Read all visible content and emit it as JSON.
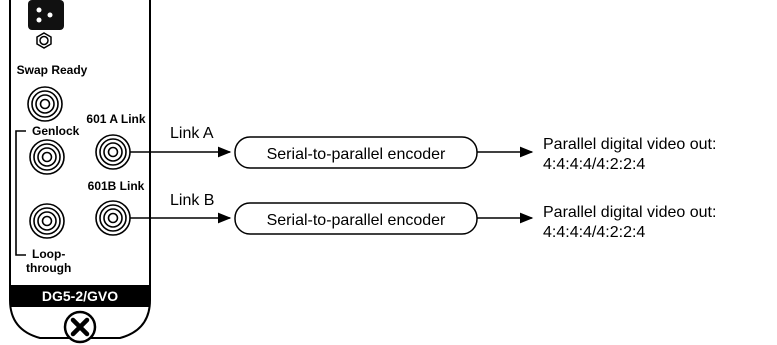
{
  "panel": {
    "swap_ready_label": "Swap Ready",
    "genlock_label": "Genlock",
    "loop_through_label_line1": "Loop-",
    "loop_through_label_line2": "through",
    "link_a_connector_label": "601 A Link",
    "link_b_connector_label": "601B Link",
    "model_label": "DG5-2/GVO"
  },
  "signal_chain": {
    "link_a": {
      "label": "Link A",
      "encoder_label": "Serial-to-parallel encoder",
      "output_line1": "Parallel digital video out:",
      "output_line2": "4:4:4:4/4:2:2:4"
    },
    "link_b": {
      "label": "Link B",
      "encoder_label": "Serial-to-parallel encoder",
      "output_line1": "Parallel digital video out:",
      "output_line2": "4:4:4:4/4:2:2:4"
    }
  },
  "icons": [
    "status-indicator-icon",
    "led-icon",
    "bnc-connector-icon",
    "close-x-icon"
  ]
}
